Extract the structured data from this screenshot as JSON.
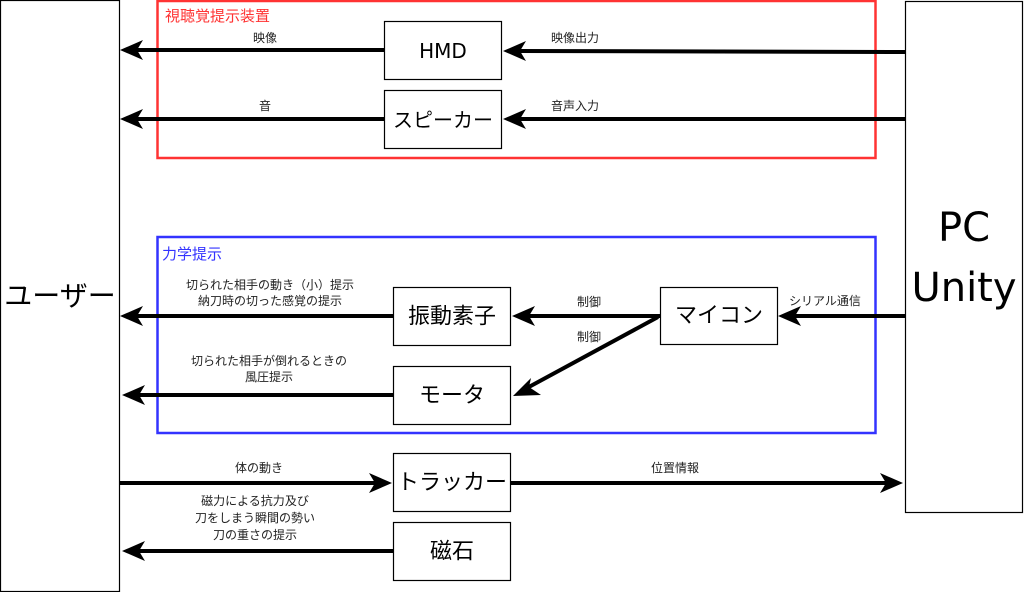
{
  "colors": {
    "av_group": "#ff3333",
    "haptic_group": "#3333ff",
    "edge": "#000000"
  },
  "groups": {
    "av": {
      "title": "視聴覚提示装置"
    },
    "haptic": {
      "title": "力学提示"
    }
  },
  "nodes": {
    "user": "ユーザー",
    "pc_line1": "PC",
    "pc_line2": "Unity",
    "hmd": "HMD",
    "speaker": "スピーカー",
    "vibration": "振動素子",
    "motor": "モータ",
    "mcu": "マイコン",
    "tracker": "トラッカー",
    "magnet": "磁石"
  },
  "edges": {
    "hmd_to_user": "映像",
    "pc_to_hmd": "映像出力",
    "speaker_to_user": "音",
    "pc_to_speaker": "音声入力",
    "vibration_to_user": [
      "切られた相手の動き（小）提示",
      "納刀時の切った感覚の提示"
    ],
    "mcu_to_vibration": "制御",
    "mcu_to_motor": "制御",
    "pc_to_mcu": "シリアル通信",
    "motor_to_user": [
      "切られた相手が倒れるときの",
      "風圧提示"
    ],
    "user_to_tracker": "体の動き",
    "tracker_to_pc": "位置情報",
    "magnet_to_user": [
      "磁力による抗力及び",
      "刀をしまう瞬間の勢い",
      "刀の重さの提示"
    ]
  }
}
